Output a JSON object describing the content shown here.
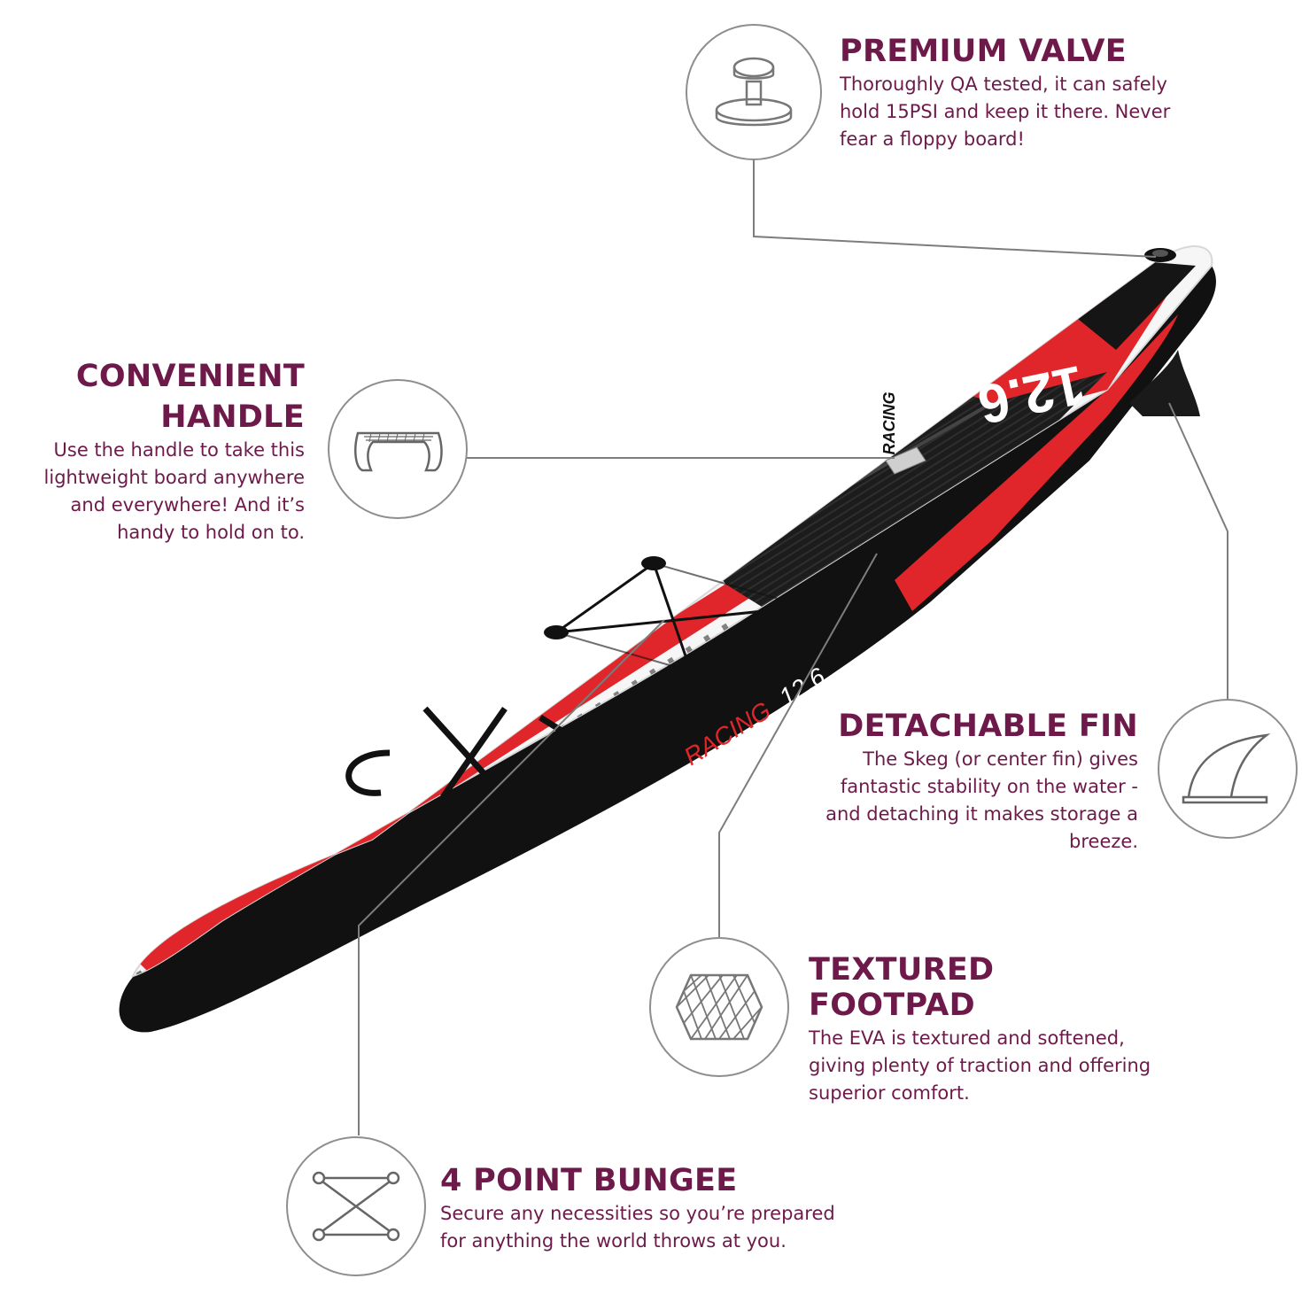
{
  "colors": {
    "accent": "#6d1a4a",
    "board_red": "#e0262a",
    "board_black": "#111111",
    "line": "#7d7d7d"
  },
  "board": {
    "nose_number": "12.6",
    "side_text": "RACING",
    "side_number": "12.6",
    "pad_text": "RACING"
  },
  "features": {
    "valve": {
      "title": "PREMIUM VALVE",
      "text": "Thoroughly QA tested, it can safely hold 15PSI and keep it there. Never fear a floppy board!",
      "icon": "valve-icon"
    },
    "handle": {
      "title_line1": "CONVENIENT",
      "title_line2": "HANDLE",
      "text": "Use the handle to take this lightweight board anywhere and everywhere! And it’s handy to hold on to.",
      "icon": "handle-icon"
    },
    "fin": {
      "title": "DETACHABLE FIN",
      "text": "The Skeg (or center fin) gives fantastic stability on the water - and detaching it makes storage a breeze.",
      "icon": "fin-icon"
    },
    "footpad": {
      "title": "TEXTURED FOOTPAD",
      "text": "The EVA is textured and softened, giving plenty of traction and offering superior comfort.",
      "icon": "footpad-icon"
    },
    "bungee": {
      "title": "4 POINT BUNGEE",
      "text": "Secure any necessities so you’re prepared for anything the world throws at you.",
      "icon": "bungee-icon"
    }
  }
}
